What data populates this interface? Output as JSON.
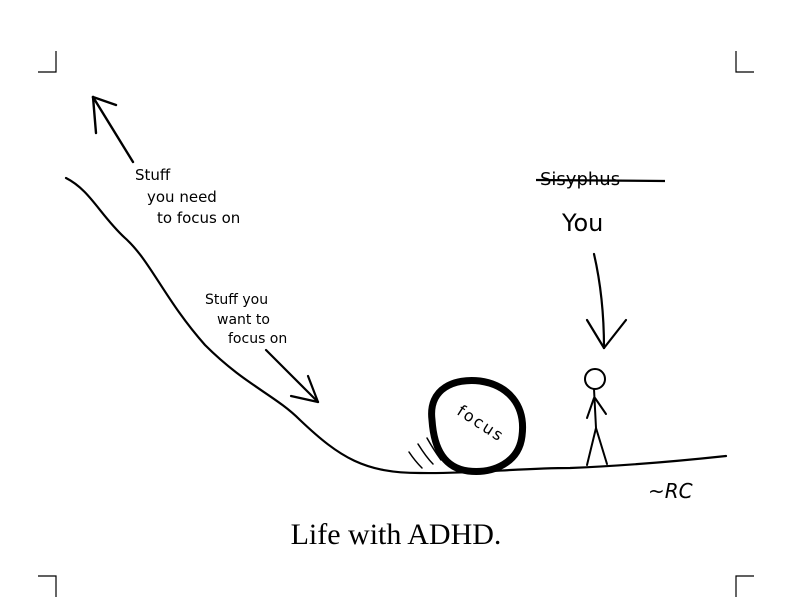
{
  "annotations": {
    "stuff_need": [
      "Stuff",
      "you need",
      "to focus on"
    ],
    "stuff_want": [
      "Stuff you",
      "want to",
      "focus on"
    ],
    "sisyphus": "Sisyphus",
    "you": "You",
    "boulder": "focus",
    "signature": "~RC"
  },
  "caption": "Life with ADHD."
}
